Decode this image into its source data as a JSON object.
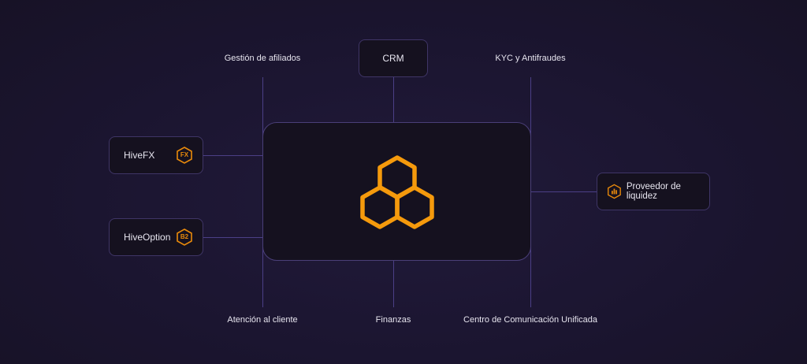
{
  "labels": {
    "top_left": "Gestión de afiliados",
    "top_right": "KYC y Antifraudes",
    "bottom_left": "Atención al cliente",
    "bottom_center": "Finanzas",
    "bottom_right": "Centro de Comunicación Unificada"
  },
  "boxes": {
    "crm": "CRM",
    "hivefx": {
      "label": "HiveFX",
      "badge": "FX"
    },
    "hiveoption": {
      "label": "HiveOption",
      "badge": "B2"
    },
    "liquidity": "Proveedor de liquidez"
  },
  "colors": {
    "accent": "#f59a0c",
    "line": "#4b3f86",
    "box_border": "#3f3566"
  }
}
